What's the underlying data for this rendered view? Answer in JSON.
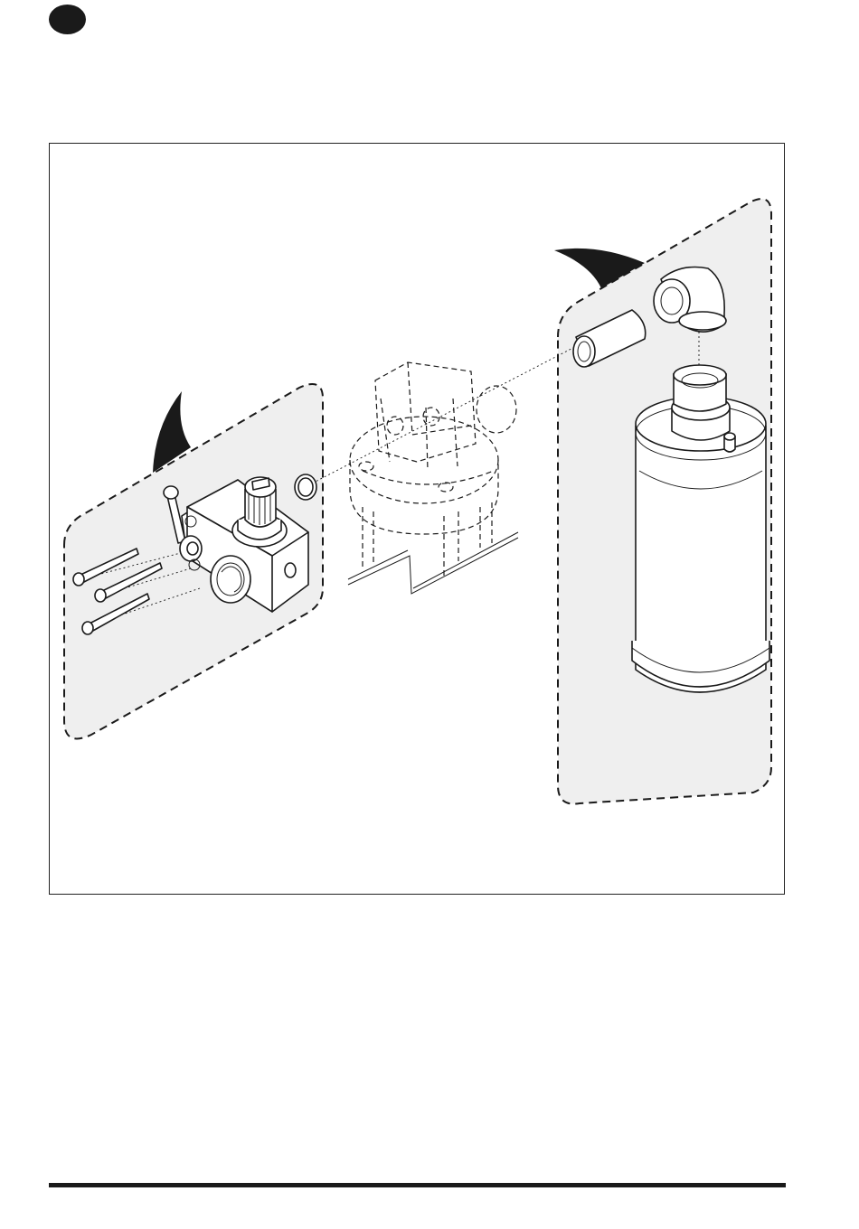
{
  "page": {
    "step_marker": "filled-circle-icon",
    "figure": {
      "kind": "exploded assembly drawing",
      "components": [
        "regulator-block",
        "regulator-knob",
        "shutoff-lever",
        "mounting-screw",
        "o-ring",
        "pump-head-phantom",
        "pipe-nipple",
        "elbow-fitting",
        "filter-canister",
        "left-detail-callout",
        "right-detail-callout"
      ],
      "colors": {
        "line": "#1a1a1a",
        "callout_fill": "#efefef",
        "part_fill": "#ffffff"
      }
    },
    "footer_rule": "horizontal-rule"
  }
}
